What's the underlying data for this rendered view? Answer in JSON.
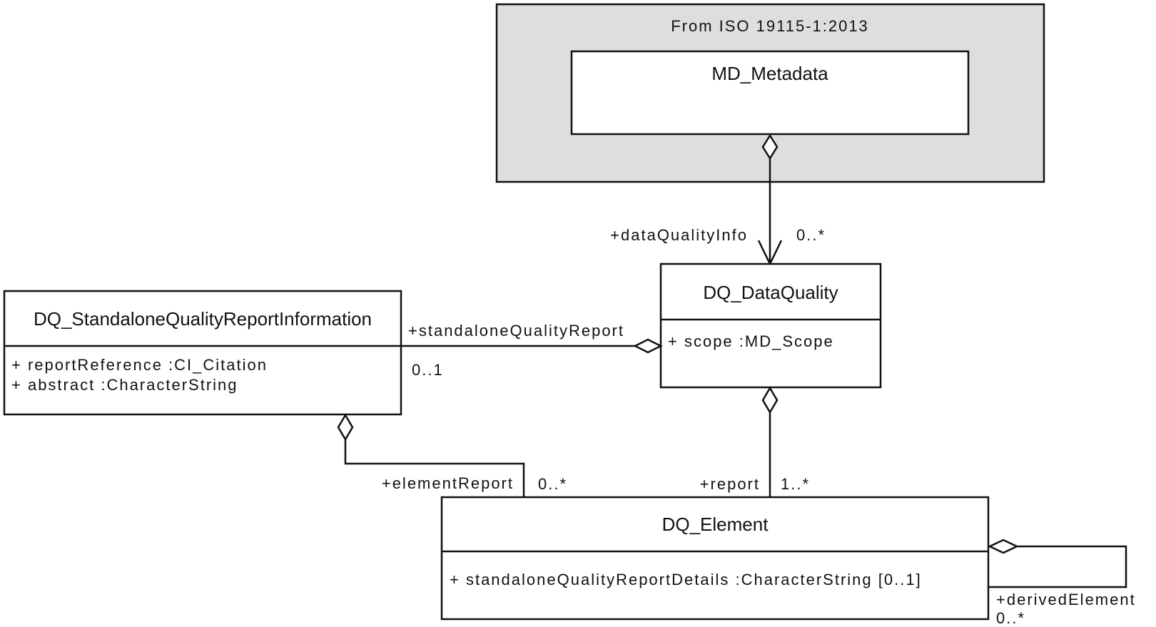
{
  "package": {
    "title": "From ISO 19115-1:2013"
  },
  "classes": {
    "md_metadata": {
      "name": "MD_Metadata"
    },
    "dq_dataquality": {
      "name": "DQ_DataQuality",
      "attributes": [
        "+  scope  :MD_Scope"
      ]
    },
    "dq_standalone": {
      "name": "DQ_StandaloneQualityReportInformation",
      "attributes": [
        "+  reportReference  :CI_Citation",
        "+  abstract  :CharacterString"
      ]
    },
    "dq_element": {
      "name": "DQ_Element",
      "attributes": [
        "+  standaloneQualityReportDetails  :CharacterString [0..1]"
      ]
    }
  },
  "associations": {
    "data_quality_info": {
      "role": "+dataQualityInfo",
      "multiplicity": "0..*"
    },
    "standalone_quality_report": {
      "role": "+standaloneQualityReport",
      "multiplicity": "0..1"
    },
    "element_report": {
      "role": "+elementReport",
      "multiplicity": "0..*"
    },
    "report": {
      "role": "+report",
      "multiplicity": "1..*"
    },
    "derived_element": {
      "role": "+derivedElement",
      "multiplicity": "0..*"
    }
  }
}
